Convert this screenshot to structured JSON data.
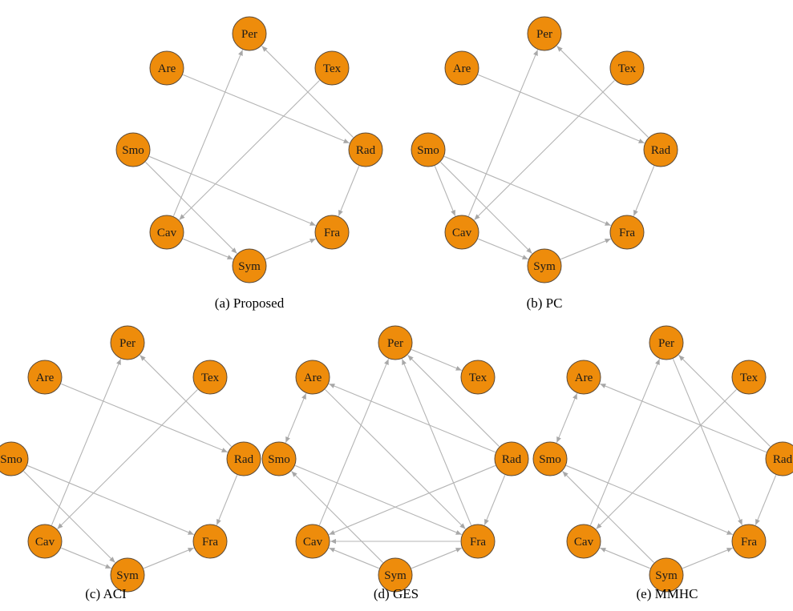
{
  "panels": [
    {
      "caption": "(a) Proposed",
      "nodes": [
        "Per",
        "Are",
        "Tex",
        "Smo",
        "Rad",
        "Cav",
        "Fra",
        "Sym"
      ],
      "edges": [
        {
          "from": "Are",
          "to": "Rad"
        },
        {
          "from": "Rad",
          "to": "Per"
        },
        {
          "from": "Cav",
          "to": "Per"
        },
        {
          "from": "Tex",
          "to": "Cav"
        },
        {
          "from": "Smo",
          "to": "Fra"
        },
        {
          "from": "Smo",
          "to": "Sym"
        },
        {
          "from": "Cav",
          "to": "Sym"
        },
        {
          "from": "Sym",
          "to": "Fra"
        },
        {
          "from": "Rad",
          "to": "Fra"
        }
      ]
    },
    {
      "caption": "(b) PC",
      "nodes": [
        "Per",
        "Are",
        "Tex",
        "Smo",
        "Rad",
        "Cav",
        "Fra",
        "Sym"
      ],
      "edges": [
        {
          "from": "Are",
          "to": "Rad"
        },
        {
          "from": "Rad",
          "to": "Per"
        },
        {
          "from": "Cav",
          "to": "Per"
        },
        {
          "from": "Tex",
          "to": "Cav"
        },
        {
          "from": "Smo",
          "to": "Cav"
        },
        {
          "from": "Smo",
          "to": "Sym"
        },
        {
          "from": "Smo",
          "to": "Fra"
        },
        {
          "from": "Cav",
          "to": "Sym"
        },
        {
          "from": "Sym",
          "to": "Fra"
        },
        {
          "from": "Rad",
          "to": "Fra"
        }
      ]
    },
    {
      "caption": "(c) ACI",
      "nodes": [
        "Per",
        "Are",
        "Tex",
        "Smo",
        "Rad",
        "Cav",
        "Fra",
        "Sym"
      ],
      "edges": [
        {
          "from": "Are",
          "to": "Rad"
        },
        {
          "from": "Rad",
          "to": "Per"
        },
        {
          "from": "Cav",
          "to": "Per"
        },
        {
          "from": "Tex",
          "to": "Cav"
        },
        {
          "from": "Smo",
          "to": "Fra"
        },
        {
          "from": "Smo",
          "to": "Sym"
        },
        {
          "from": "Cav",
          "to": "Sym"
        },
        {
          "from": "Sym",
          "to": "Fra"
        },
        {
          "from": "Rad",
          "to": "Fra"
        }
      ]
    },
    {
      "caption": "(d) GES",
      "nodes": [
        "Per",
        "Are",
        "Tex",
        "Smo",
        "Rad",
        "Cav",
        "Fra",
        "Sym"
      ],
      "edges": [
        {
          "from": "Per",
          "to": "Tex"
        },
        {
          "from": "Rad",
          "to": "Are"
        },
        {
          "from": "Rad",
          "to": "Per"
        },
        {
          "from": "Fra",
          "to": "Per"
        },
        {
          "from": "Cav",
          "to": "Per"
        },
        {
          "from": "Are",
          "to": "Smo",
          "both": true
        },
        {
          "from": "Are",
          "to": "Fra"
        },
        {
          "from": "Smo",
          "to": "Fra"
        },
        {
          "from": "Rad",
          "to": "Cav"
        },
        {
          "from": "Rad",
          "to": "Fra"
        },
        {
          "from": "Fra",
          "to": "Cav"
        },
        {
          "from": "Sym",
          "to": "Cav"
        },
        {
          "from": "Sym",
          "to": "Smo"
        },
        {
          "from": "Sym",
          "to": "Fra"
        }
      ]
    },
    {
      "caption": "(e) MMHC",
      "nodes": [
        "Per",
        "Are",
        "Tex",
        "Smo",
        "Rad",
        "Cav",
        "Fra",
        "Sym"
      ],
      "edges": [
        {
          "from": "Rad",
          "to": "Are"
        },
        {
          "from": "Rad",
          "to": "Per"
        },
        {
          "from": "Per",
          "to": "Fra"
        },
        {
          "from": "Cav",
          "to": "Per"
        },
        {
          "from": "Are",
          "to": "Smo",
          "both": true
        },
        {
          "from": "Tex",
          "to": "Cav"
        },
        {
          "from": "Smo",
          "to": "Fra"
        },
        {
          "from": "Rad",
          "to": "Fra"
        },
        {
          "from": "Sym",
          "to": "Cav"
        },
        {
          "from": "Sym",
          "to": "Smo"
        },
        {
          "from": "Sym",
          "to": "Fra"
        }
      ]
    }
  ]
}
